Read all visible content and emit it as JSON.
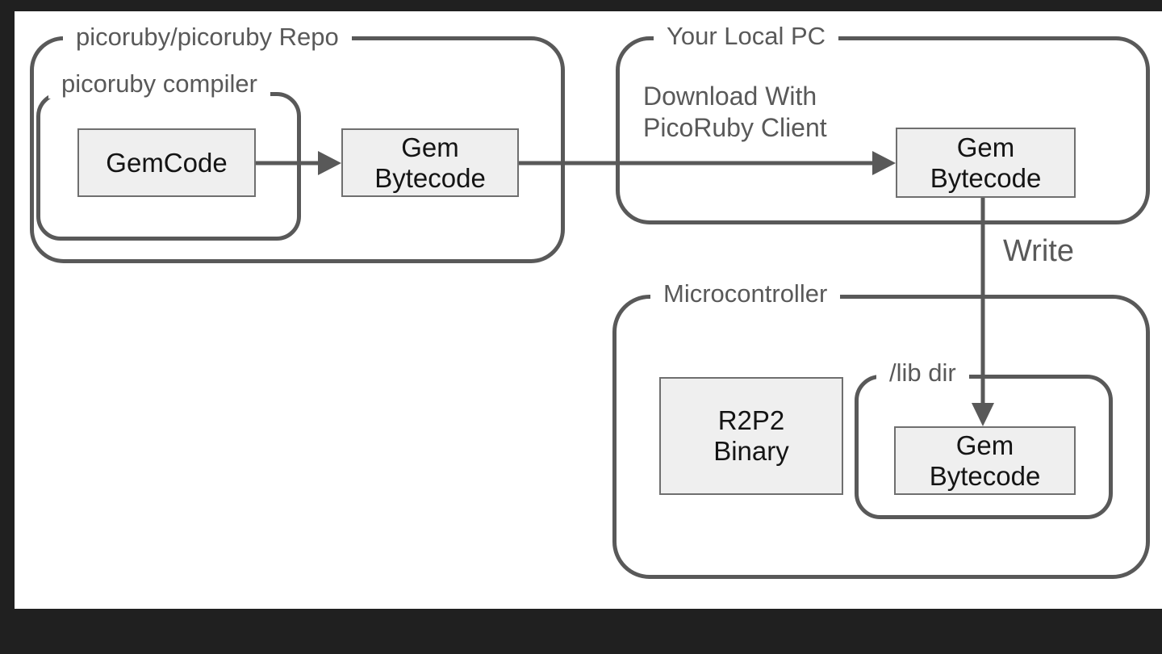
{
  "colors": {
    "page_background": "#202020",
    "slide_background": "#ffffff",
    "container_border": "#595959",
    "label_text": "#595959",
    "box_fill": "#efefef",
    "box_border": "#6f6f6f",
    "box_text": "#141414",
    "arrow": "#595959"
  },
  "containers": {
    "repo": {
      "label": "picoruby/picoruby Repo"
    },
    "compiler": {
      "label": "picoruby compiler"
    },
    "local_pc": {
      "label": "Your Local PC"
    },
    "microcontroller": {
      "label": "Microcontroller"
    },
    "lib_dir": {
      "label": "/lib dir"
    }
  },
  "nodes": {
    "gemcode": {
      "text": "GemCode"
    },
    "gem_bytecode_repo": {
      "text": "Gem\nBytecode"
    },
    "gem_bytecode_pc": {
      "text": "Gem\nBytecode"
    },
    "r2p2_binary": {
      "text": "R2P2\nBinary"
    },
    "gem_bytecode_micro": {
      "text": "Gem\nBytecode"
    }
  },
  "annotations": {
    "download_note": "Download With\nPicoRuby Client",
    "write": "Write"
  }
}
